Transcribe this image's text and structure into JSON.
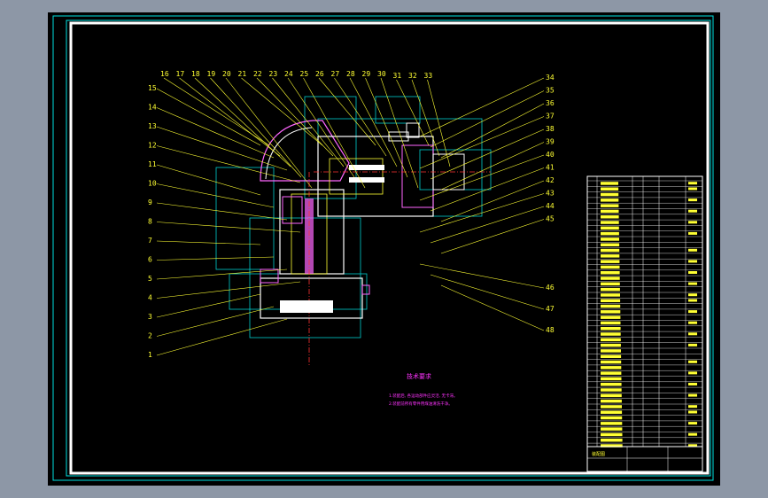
{
  "drawing": {
    "balloon_numbers_top": [
      "16",
      "17",
      "18",
      "19",
      "20",
      "21",
      "22",
      "23",
      "24",
      "25",
      "26",
      "27",
      "28",
      "29",
      "30",
      "31",
      "32",
      "33"
    ],
    "balloon_numbers_left": [
      "15",
      "14",
      "13",
      "12",
      "11",
      "10",
      "9",
      "8",
      "7",
      "6",
      "5",
      "4",
      "3",
      "2",
      "1"
    ],
    "balloon_numbers_right": [
      "34",
      "35",
      "36",
      "37",
      "38",
      "39",
      "40",
      "41",
      "42",
      "43",
      "44",
      "45",
      "46",
      "47",
      "48"
    ],
    "notes_title": "技术要求",
    "notes": [
      "1.装配后, 各运动部件应灵活, 无卡滞。",
      "2.装配前所有零件用煤油清洗干净。"
    ],
    "title_block": {
      "drawing_name": "装配图"
    }
  },
  "colors": {
    "desktop": "#8d97a6",
    "paper": "#000000",
    "frame": "#ffffff",
    "border": "#00ffff",
    "text": "#ffff33",
    "notes": "#ff33ff",
    "outline": "#ff66ff",
    "solid_part": "#ffffff"
  }
}
